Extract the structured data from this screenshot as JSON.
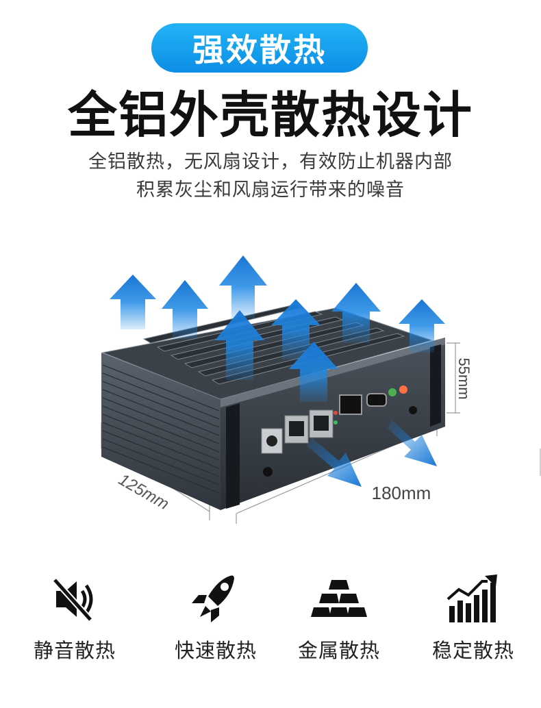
{
  "badge": {
    "label": "强效散热"
  },
  "headline": "全铝外壳散热设计",
  "description": {
    "line1": "全铝散热，无风扇设计，有效防止机器内部",
    "line2": "积累灰尘和风扇运行带来的噪音"
  },
  "dimensions": {
    "height": "55mm",
    "depth": "125mm",
    "width": "180mm"
  },
  "features": [
    {
      "label": "静音散热",
      "icon": "mute-speaker-icon"
    },
    {
      "label": "快速散热",
      "icon": "rocket-icon"
    },
    {
      "label": "金属散热",
      "icon": "gold-bars-icon"
    },
    {
      "label": "稳定散热",
      "icon": "growth-chart-icon"
    }
  ],
  "colors": {
    "accent": "#0c8ee6",
    "arrow": "#1e88e5",
    "case": "#3f464f"
  }
}
